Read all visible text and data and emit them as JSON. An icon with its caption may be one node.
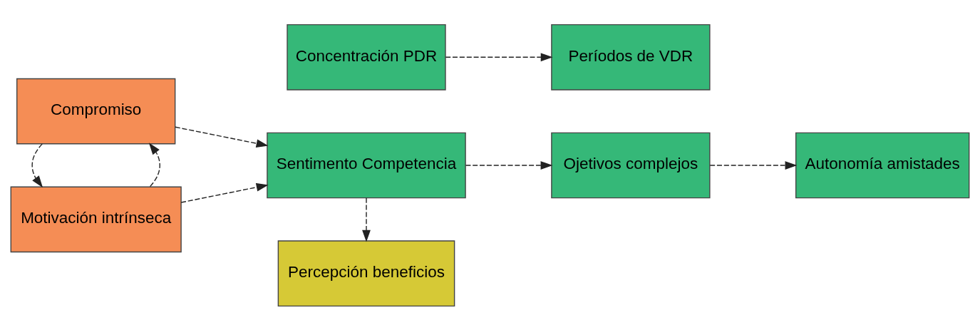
{
  "diagram": {
    "nodes": [
      {
        "text": [
          "Motivación intrínseca"
        ]
      },
      {
        "text": [
          "Compromiso"
        ]
      },
      {
        "text": [
          "Percepción beneficios"
        ]
      },
      {
        "text": [
          "Sentimento Competencia"
        ]
      },
      {
        "text": [
          "Ojetivos complejos"
        ]
      },
      {
        "text": [
          "Autonomía amistades"
        ]
      },
      {
        "text": [
          "Concentración PDR"
        ]
      },
      {
        "text": [
          "Períodos de VDR"
        ]
      }
    ],
    "edges": [
      {
        "from": 0,
        "to": 1,
        "arrow": "to",
        "style": "dashed"
      },
      {
        "from": 1,
        "to": 0,
        "arrow": "to",
        "style": "dashed"
      },
      {
        "from": 0,
        "to": 3,
        "arrow": "to",
        "style": "dashed"
      },
      {
        "from": 1,
        "to": 3,
        "arrow": "to",
        "style": "dashed"
      },
      {
        "from": 3,
        "to": 2,
        "arrow": "to",
        "style": "dashed"
      },
      {
        "from": 3,
        "to": 4,
        "arrow": "to",
        "style": "dashed"
      },
      {
        "from": 4,
        "to": 5,
        "arrow": "to",
        "style": "dashed"
      },
      {
        "from": 6,
        "to": 7,
        "arrow": "to",
        "style": "dashed"
      }
    ]
  }
}
